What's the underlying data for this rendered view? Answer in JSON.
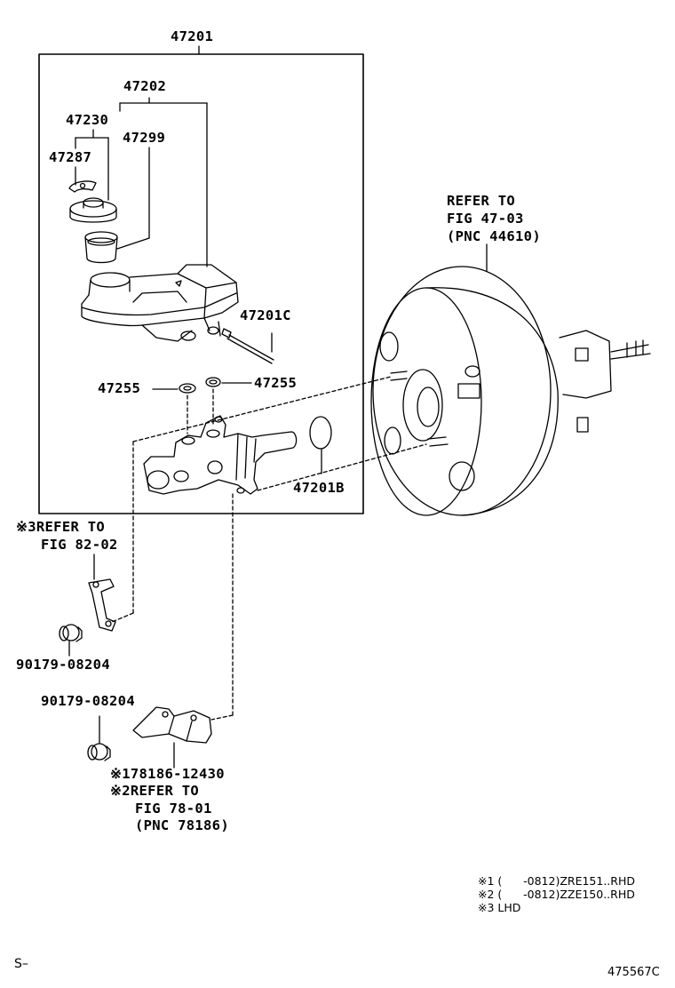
{
  "parts": {
    "p47201": "47201",
    "p47202": "47202",
    "p47230": "47230",
    "p47299": "47299",
    "p47287": "47287",
    "p47201c": "47201C",
    "p47255_left": "47255",
    "p47255_right": "47255",
    "p47201b": "47201B",
    "p90179_a": "90179-08204",
    "p90179_b": "90179-08204",
    "p78186": "※178186-12430"
  },
  "refs": {
    "booster": [
      "REFER TO",
      "FIG 47-03",
      "(PNC 44610)"
    ],
    "bracket_lhd": [
      "※3REFER TO",
      "FIG 82-02"
    ],
    "bracket_rhd": [
      "※2REFER TO",
      "FIG 78-01",
      "(PNC 78186)"
    ]
  },
  "notes": [
    "※1 (      -0812)ZRE151..RHD",
    "※2 (      -0812)ZZE150..RHD",
    "※3 LHD"
  ],
  "footer": {
    "left": "S–",
    "code": "475567C"
  }
}
